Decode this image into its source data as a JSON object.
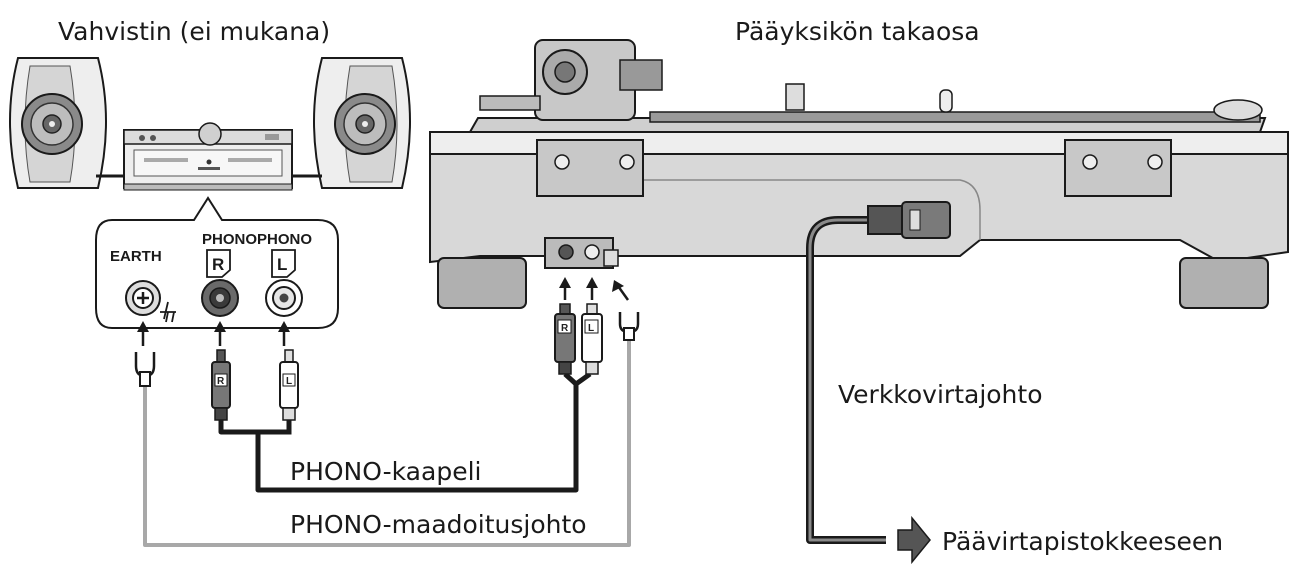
{
  "labels": {
    "amplifier": "Vahvistin (ei mukana)",
    "main_unit_rear": "Pääyksikön takaosa",
    "earth": "EARTH",
    "phono": "PHONOPHONO",
    "jack_r": "R",
    "jack_l": "L",
    "plug_r": "R",
    "plug_l": "L",
    "phono_cable": "PHONO-kaapeli",
    "phono_ground_wire": "PHONO-maadoitusjohto",
    "ac_power_cord": "Verkkovirtajohto",
    "to_household_outlet": "Päävirtapistokkeeseen"
  },
  "colors": {
    "line": "#1a1a1a",
    "device_light": "#eeeeee",
    "device_mid": "#cfcfcf",
    "device_dark": "#9a9a9a",
    "ground_wire": "#a8a8a8",
    "arrow": "#555555"
  },
  "icons": {
    "earth_symbol": "ground-icon",
    "arrow": "arrow-right-icon"
  }
}
